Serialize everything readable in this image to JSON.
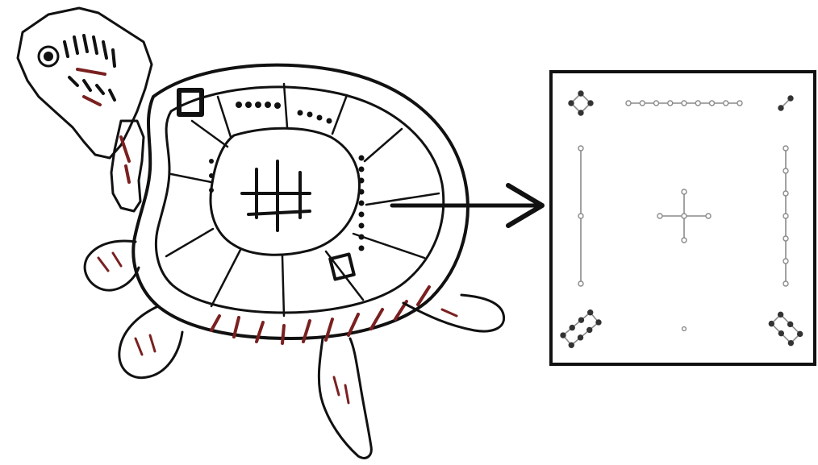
{
  "figure": {
    "left_illustration": "turtle-shell-diagram",
    "right_panel": "magic-square-dot-pattern",
    "connector": "arrow-right"
  },
  "colors": {
    "background": "#ffffff",
    "ink": "#111111",
    "accent_red": "#7a2020",
    "dot_gray": "#8a8a8a"
  },
  "magic_square": {
    "layout": [
      [
        4,
        9,
        2
      ],
      [
        3,
        5,
        7
      ],
      [
        8,
        1,
        6
      ]
    ]
  }
}
